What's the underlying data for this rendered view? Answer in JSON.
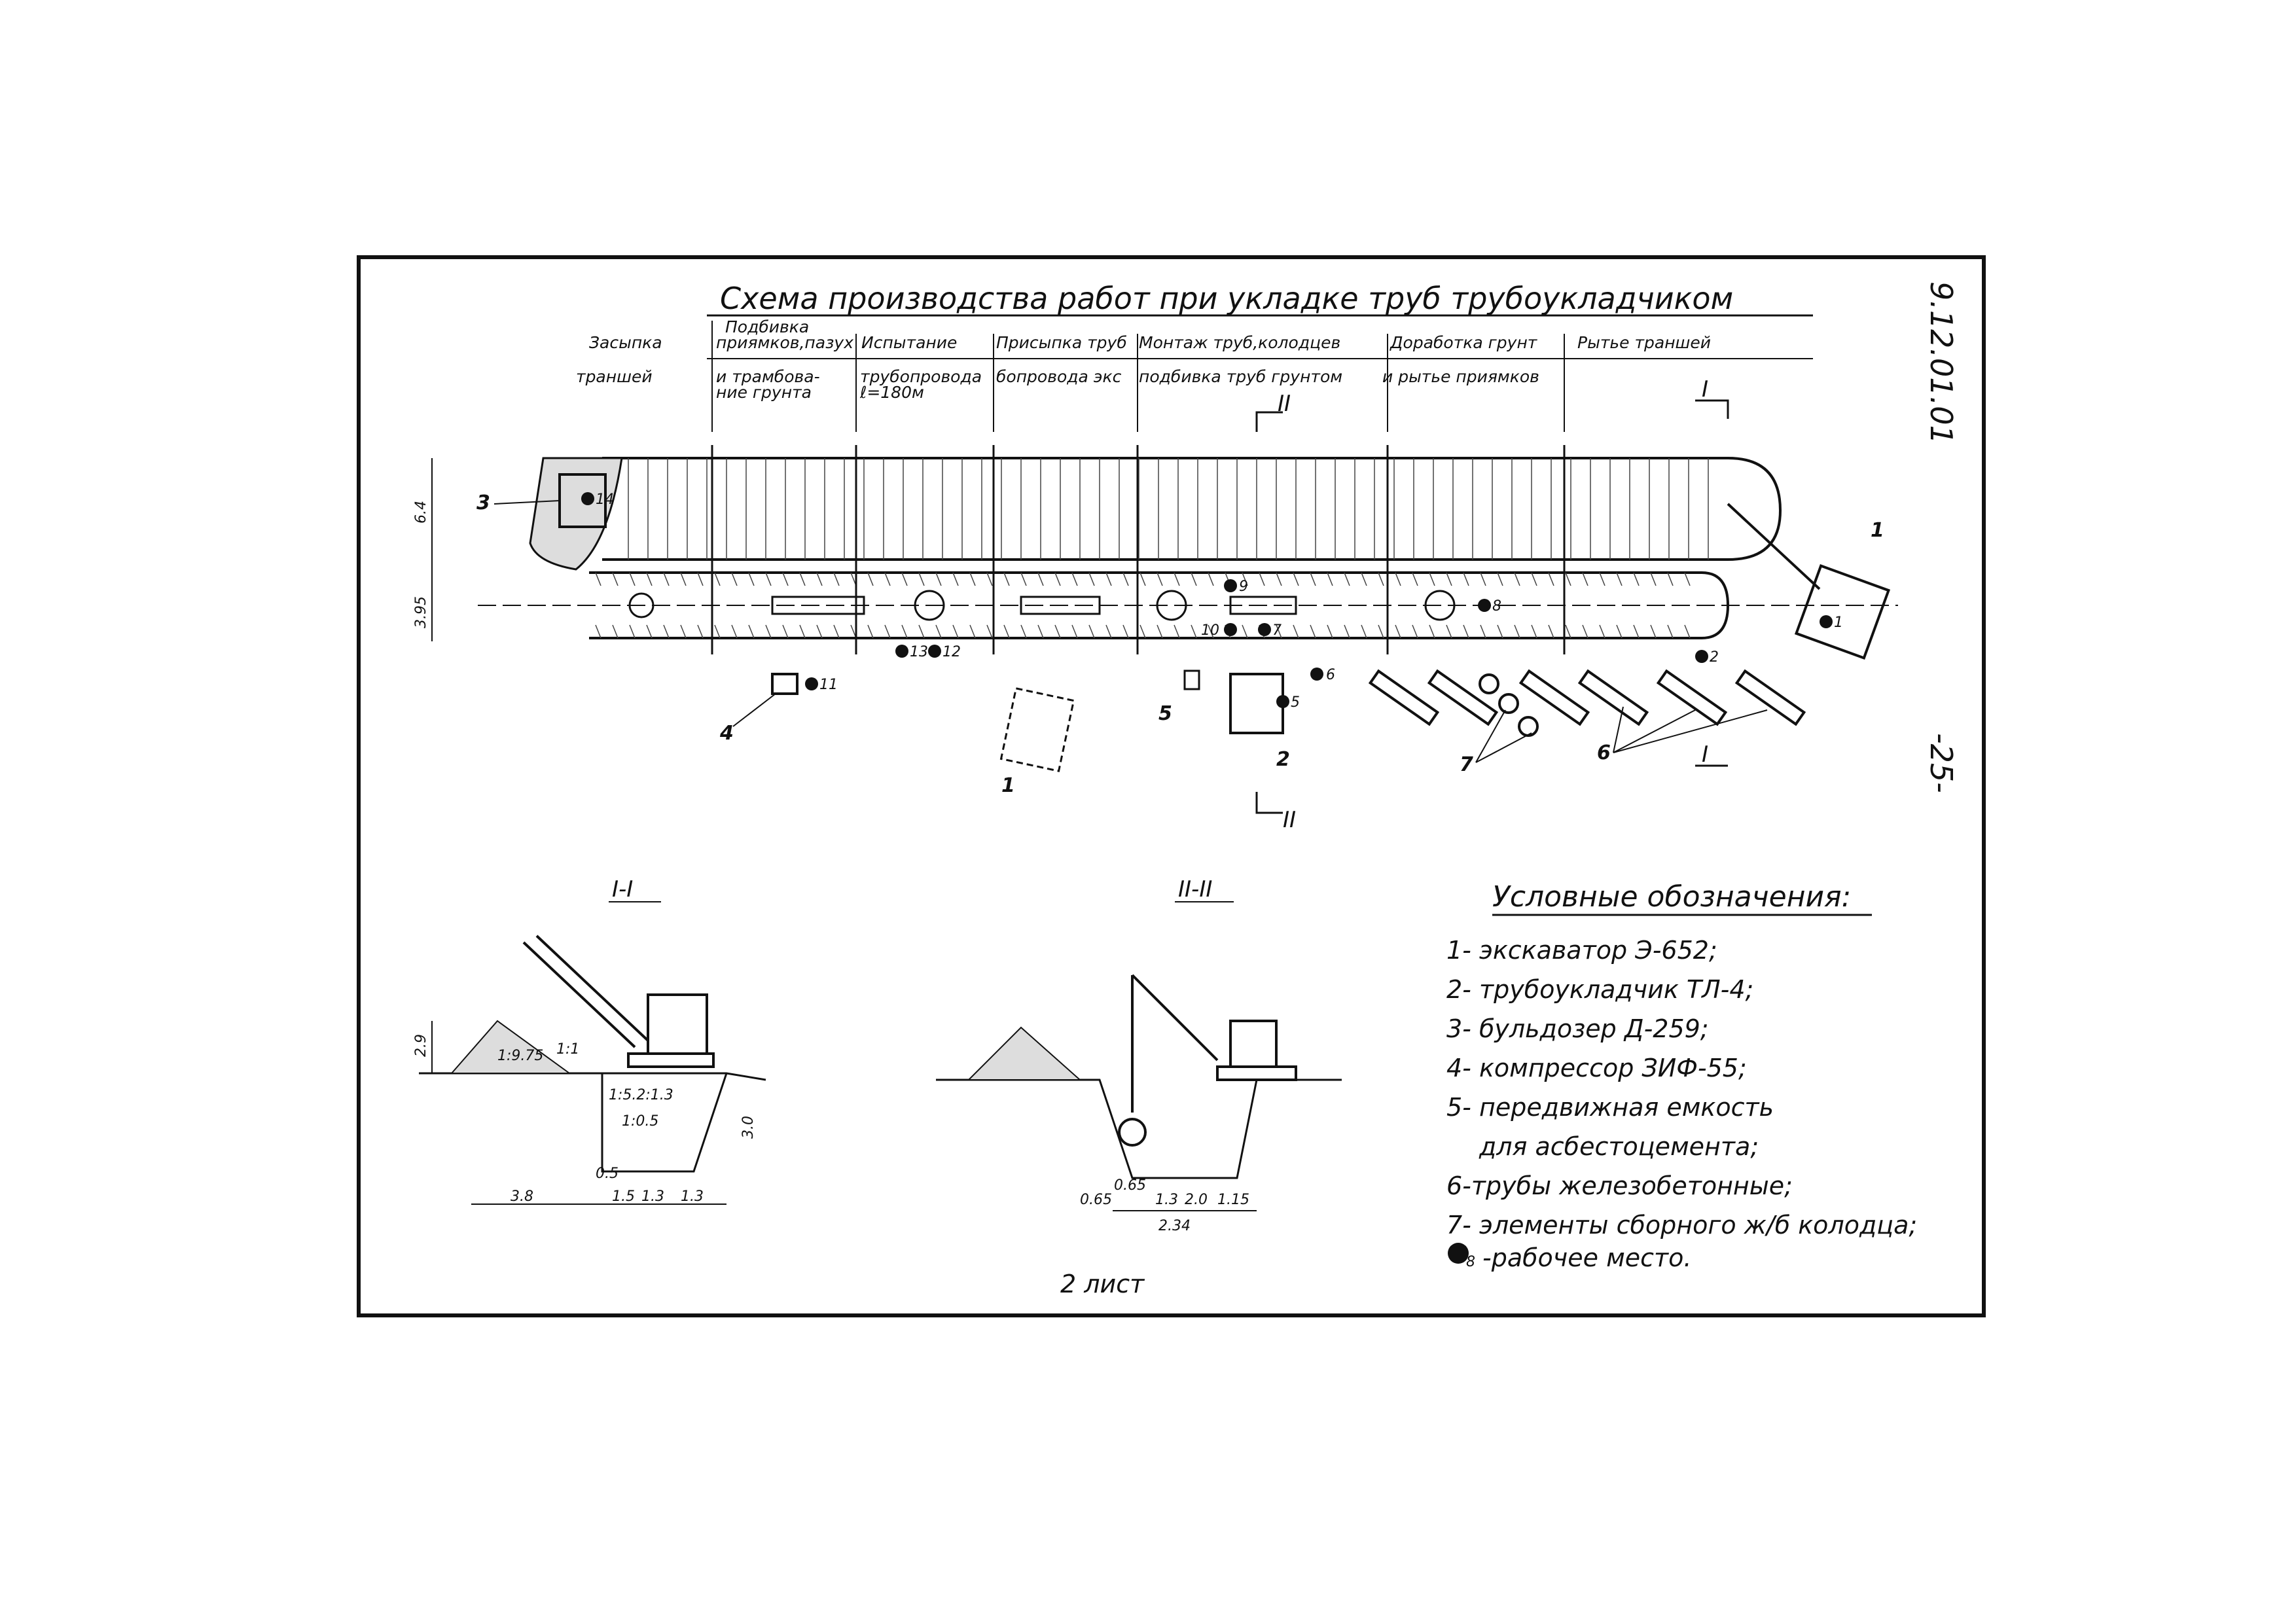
{
  "title": "Схема производства работ при укладке труб трубоукладчиком",
  "doc_code": "9.12.01.01",
  "page_number": "-25-",
  "sheet_label": "2 лист",
  "stages": [
    {
      "line1": "Засыпка",
      "line2": "траншей"
    },
    {
      "line0": "Подбивка",
      "line1": "приямков,пазух",
      "line2": "и трамбова-",
      "line3": "ние грунта"
    },
    {
      "line1": "Испытание",
      "line2": "трубопровода",
      "line3": "ℓ=180м"
    },
    {
      "line1": "Присыпка труб",
      "line2": "бопровода экс"
    },
    {
      "line1": "Монтаж труб,колодцев",
      "line2": "подбивка труб грунтом"
    },
    {
      "line1": "Доработка грунт",
      "line2": "и рытье приямков"
    },
    {
      "line1": "Рытье траншей",
      "line2": ""
    }
  ],
  "plan_dims": {
    "top": "6.4",
    "bottom": "3.95"
  },
  "section_marks": {
    "one": "I",
    "two": "II"
  },
  "plan_callouts": [
    "3",
    "4",
    "1",
    "5",
    "2",
    "7",
    "6",
    "1"
  ],
  "workplaces": [
    "14",
    "13",
    "12",
    "11",
    "10",
    "9",
    "8",
    "7",
    "6",
    "5",
    "2",
    "1"
  ],
  "section_1": {
    "title": "I-I",
    "dims": [
      "2.9",
      "1:9.75",
      "1:1",
      "1:5.2:1.3",
      "1:0.5",
      "3.0",
      "3.8",
      "0.5",
      "1.5",
      "1.3",
      "1.3"
    ]
  },
  "section_2": {
    "title": "II-II",
    "dims": [
      "0.65",
      "0.65",
      "1.3",
      "2.0",
      "1.15",
      "2.34"
    ]
  },
  "legend": {
    "title": "Условные обозначения:",
    "items": [
      "1- экскаватор Э-652;",
      "2- трубоукладчик ТЛ-4;",
      "3- бульдозер Д-259;",
      "4- компрессор ЗИФ-55;",
      "5- передвижная емкость",
      "для асбестоцемента;",
      "6-трубы железобетонные;",
      "7- элементы сборного ж/б колодца;",
      "-рабочее место."
    ],
    "workplace_symbol_label": "8"
  }
}
